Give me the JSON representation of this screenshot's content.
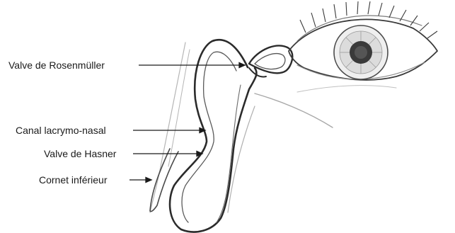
{
  "labels": {
    "valve_rosenmuller": "Valve de Rosenmüller",
    "canal_lacrymo_nasal": "Canal lacrymo-nasal",
    "valve_hasner": "Valve de Hasner",
    "cornet_inferieur": "Cornet inférieur"
  },
  "colors": {
    "background": "#ffffff",
    "ink": "#1a1a1a",
    "pencil_dark": "#2b2b2b",
    "pencil_light": "#9a9a9a",
    "iris": "#8a8a8a",
    "pupil": "#3a3a3a"
  }
}
